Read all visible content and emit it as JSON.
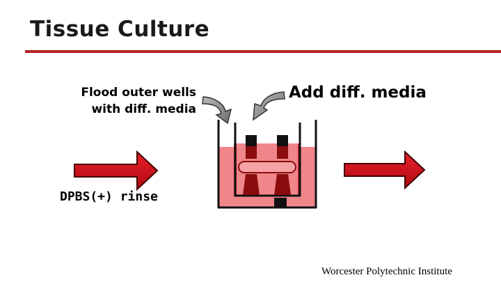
{
  "slide": {
    "title": "Tissue Culture",
    "footer": "Worcester Polytechnic Institute"
  },
  "labels": {
    "flood": "Flood outer wells\nwith diff. media",
    "add": "Add diff. media",
    "rinse": "DPBS(+) rinse"
  },
  "colors": {
    "accent_rule": "#b22222",
    "arrow_red": "#cc0000",
    "media_pink": "#f0868a",
    "media_dark": "#b01818",
    "curved_arrow": "#8c8c8c"
  },
  "icons": [
    "right-arrow-icon",
    "curved-arrow-icon",
    "culture-well-icon",
    "transwell-insert-icon"
  ]
}
